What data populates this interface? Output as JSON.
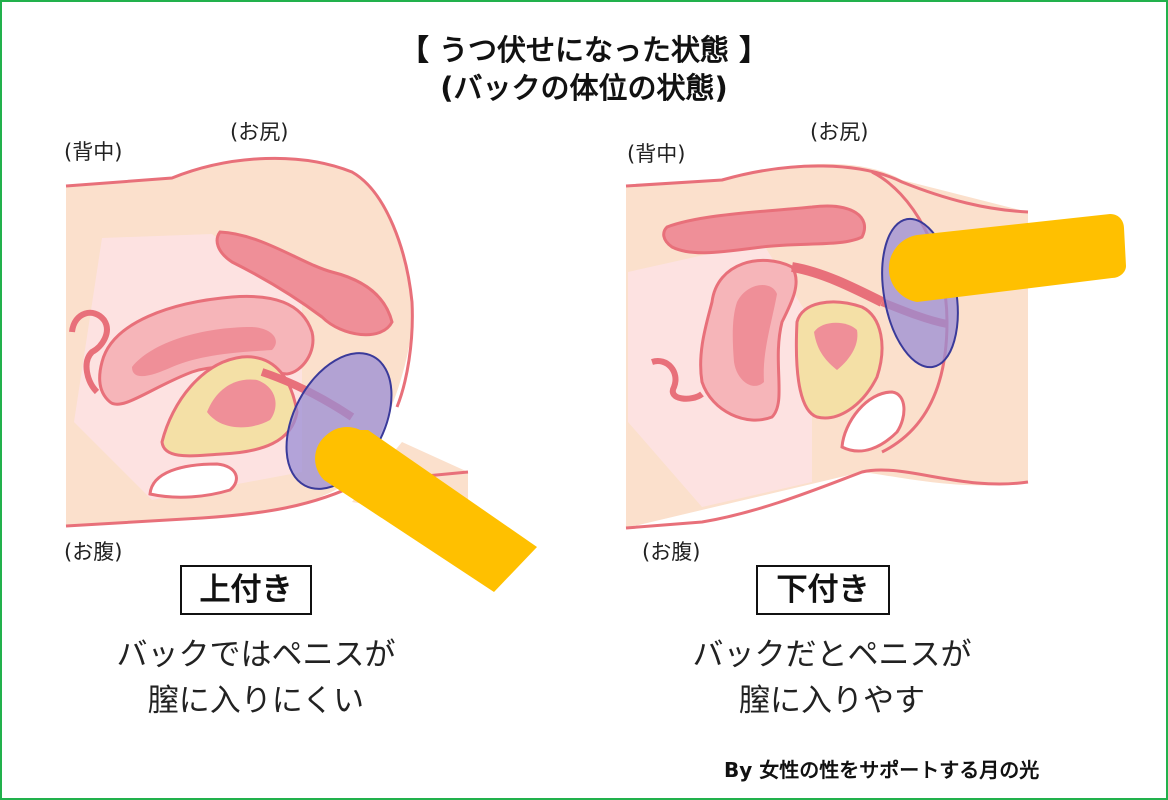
{
  "title": {
    "line1": "【 うつ伏せになった状態 】",
    "line2": "(バックの体位の状態)"
  },
  "labels": {
    "back": "(背中)",
    "buttocks": "(お尻)",
    "belly": "(お腹)"
  },
  "panels": [
    {
      "tag": "上付き",
      "description_line1": "バックではペニスが",
      "description_line2": "膣に入りにくい"
    },
    {
      "tag": "下付き",
      "description_line1": "バックだとペニスが",
      "description_line2": "膣に入りやす"
    }
  ],
  "credit": "By 女性の性をサポートする月の光",
  "colors": {
    "frame": "#22b14c",
    "skin": "#fbe0cc",
    "outline": "#e8707a",
    "organ": "#ef8f98",
    "organ_light": "#f6b5b9",
    "cavity": "#fde2e3",
    "yellow": "#f4e0a6",
    "highlight": "#9a8ed6",
    "object": "#ffc000"
  }
}
